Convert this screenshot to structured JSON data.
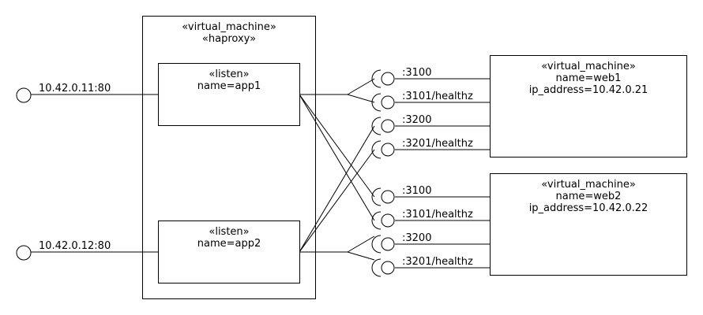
{
  "haproxy_vm": {
    "stereotype": "«virtual_machine»",
    "name": "«haproxy»"
  },
  "listeners": [
    {
      "stereotype": "«listen»",
      "name": "name=app1",
      "endpoint": "10.42.0.11:80"
    },
    {
      "stereotype": "«listen»",
      "name": "name=app2",
      "endpoint": "10.42.0.12:80"
    }
  ],
  "web_vms": [
    {
      "stereotype": "«virtual_machine»",
      "name": "name=web1",
      "ip": "ip_address=10.42.0.21",
      "ports": [
        ":3100",
        ":3101/healthz",
        ":3200",
        ":3201/healthz"
      ]
    },
    {
      "stereotype": "«virtual_machine»",
      "name": "name=web2",
      "ip": "ip_address=10.42.0.22",
      "ports": [
        ":3100",
        ":3101/healthz",
        ":3200",
        ":3201/healthz"
      ]
    }
  ]
}
